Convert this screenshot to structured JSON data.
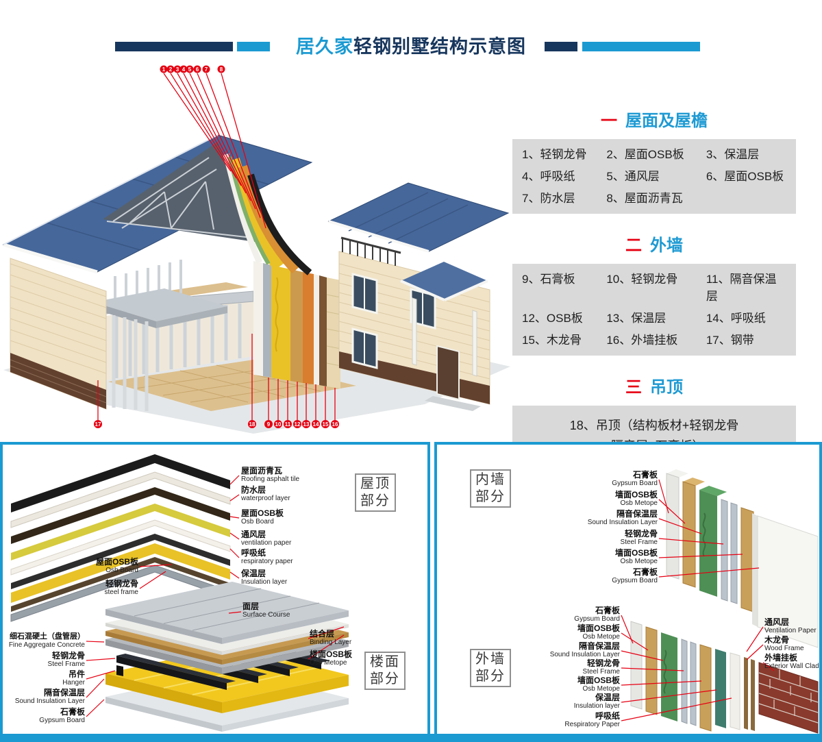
{
  "header": {
    "brand": "居久家",
    "title": "轻钢别墅结构示意图"
  },
  "house_callouts": {
    "top": [
      "1",
      "2",
      "3",
      "4",
      "5",
      "6",
      "7",
      "8"
    ],
    "left": [
      "17"
    ],
    "bottom": [
      "18",
      "9",
      "10",
      "11",
      "12",
      "13",
      "14",
      "15",
      "16"
    ]
  },
  "legend": {
    "sections": [
      {
        "num": "一",
        "title": "屋面及屋檐",
        "rows": [
          [
            "1、轻钢龙骨",
            "2、屋面OSB板",
            "3、保温层"
          ],
          [
            "4、呼吸纸",
            "5、通风层",
            "6、屋面OSB板"
          ],
          [
            "7、防水层",
            "8、屋面沥青瓦",
            ""
          ]
        ]
      },
      {
        "num": "二",
        "title": "外墙",
        "rows": [
          [
            "9、石膏板",
            "10、轻钢龙骨",
            "11、隔音保温层"
          ],
          [
            "12、OSB板",
            "13、保温层",
            "14、呼吸纸"
          ],
          [
            "15、木龙骨",
            "16、外墙挂板",
            "17、钢带"
          ]
        ]
      },
      {
        "num": "三",
        "title": "吊顶",
        "lines": [
          "18、吊顶（结构板材+轻钢龙骨",
          "+隔音层+石膏板）"
        ]
      }
    ]
  },
  "panels": {
    "roof": {
      "box": [
        "屋顶",
        "部分"
      ],
      "labels_right": [
        {
          "cn": "屋面沥青瓦",
          "en": "Roofing asphalt tile"
        },
        {
          "cn": "防水层",
          "en": "waterproof layer"
        },
        {
          "cn": "屋面OSB板",
          "en": "Osb Board"
        },
        {
          "cn": "通风层",
          "en": "ventilation paper"
        },
        {
          "cn": "呼吸纸",
          "en": "respiratory paper"
        },
        {
          "cn": "保温层",
          "en": "Insulation layer"
        }
      ],
      "labels_left": [
        {
          "cn": "屋面OSB板",
          "en": "Osb Board"
        },
        {
          "cn": "轻钢龙骨",
          "en": "steel frame"
        }
      ]
    },
    "floor": {
      "box": [
        "楼面",
        "部分"
      ],
      "labels_right": [
        {
          "cn": "面层",
          "en": "Surface Course"
        },
        {
          "cn": "结合层",
          "en": "Binding Layer"
        },
        {
          "cn": "楼面OSB板",
          "en": "Osb Metope"
        }
      ],
      "labels_left": [
        {
          "cn": "细石混硬土（盘管层）",
          "en": "Fine Aggregate Concrete"
        },
        {
          "cn": "轻钢龙骨",
          "en": "Steel Frame"
        },
        {
          "cn": "吊件",
          "en": "Hanger"
        },
        {
          "cn": "隔音保温层",
          "en": "Sound Insulation Layer"
        },
        {
          "cn": "石膏板",
          "en": "Gypsum Board"
        }
      ]
    },
    "inner_wall": {
      "box": [
        "内墙",
        "部分"
      ],
      "labels": [
        {
          "cn": "石膏板",
          "en": "Gypsum Board"
        },
        {
          "cn": "墙面OSB板",
          "en": "Osb Metope"
        },
        {
          "cn": "隔音保温层",
          "en": "Sound Insulation Layer"
        },
        {
          "cn": "轻钢龙骨",
          "en": "Steel Frame"
        },
        {
          "cn": "墙面OSB板",
          "en": "Osb Metope"
        },
        {
          "cn": "石膏板",
          "en": "Gypsum Board"
        }
      ]
    },
    "outer_wall": {
      "box": [
        "外墙",
        "部分"
      ],
      "labels_left": [
        {
          "cn": "石膏板",
          "en": "Gypsum Board"
        },
        {
          "cn": "墙面OSB板",
          "en": "Osb Metope"
        },
        {
          "cn": "隔音保温层",
          "en": "Sound Insulation Layer"
        },
        {
          "cn": "轻钢龙骨",
          "en": "Steel Frame"
        },
        {
          "cn": "墙面OSB板",
          "en": "Osb Metope"
        },
        {
          "cn": "保温层",
          "en": "Insulation layer"
        },
        {
          "cn": "呼吸纸",
          "en": "Respiratory Paper"
        }
      ],
      "labels_right": [
        {
          "cn": "通风层",
          "en": "Ventilation Paper"
        },
        {
          "cn": "木龙骨",
          "en": "Wood Frame"
        },
        {
          "cn": "外墙挂板",
          "en": "Exterior Wall Cladding"
        }
      ]
    }
  },
  "colors": {
    "accent_blue": "#1b9ad2",
    "navy": "#17365d",
    "red": "#e60012",
    "legend_bg": "#d9d9d9"
  }
}
